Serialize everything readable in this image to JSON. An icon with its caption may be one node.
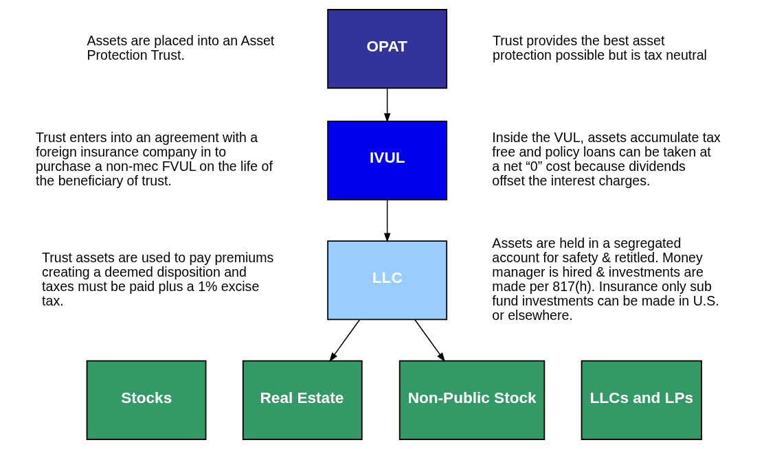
{
  "diagram": {
    "nodes": [
      {
        "text": [
          "OPAT"
        ],
        "beside": [
          "Trust provides the best asset protection possible but is tax neutral"
        ]
      },
      {
        "text": [
          "IVUL"
        ],
        "beside": [
          "Inside the VUL, assets accumulate tax free and policy loans can be taken at a net “0” cost because dividends offset the interest charges."
        ]
      },
      {
        "text": [
          "LLC"
        ],
        "beside": [
          "Assets are held in a segregated account for safety & retitled. Money manager is hired & investments are made per 817(h). Insurance only sub fund investments can be made in U.S. or elsewhere."
        ]
      },
      {
        "text": [
          "Stocks"
        ]
      },
      {
        "text": [
          "Real Estate"
        ]
      },
      {
        "text": [
          "Non-Public Stock"
        ]
      },
      {
        "text": [
          "LLCs and LPs"
        ]
      }
    ],
    "edges": [
      {
        "from": 0,
        "to": 1,
        "arrow": "to"
      },
      {
        "from": 1,
        "to": 2,
        "arrow": "to"
      },
      {
        "from": 2,
        "to": 4,
        "arrow": "to"
      },
      {
        "from": 2,
        "to": 5,
        "arrow": "to"
      }
    ],
    "labels": [
      "Assets are placed into an Asset Protection Trust.",
      "Trust enters into an agreement with a foreign insurance company in to purchase a non-mec FVUL on the life of the beneficiary of trust.",
      "Trust assets are used to pay premiums creating a deemed disposition and taxes must be paid plus a 1% excise tax."
    ]
  }
}
